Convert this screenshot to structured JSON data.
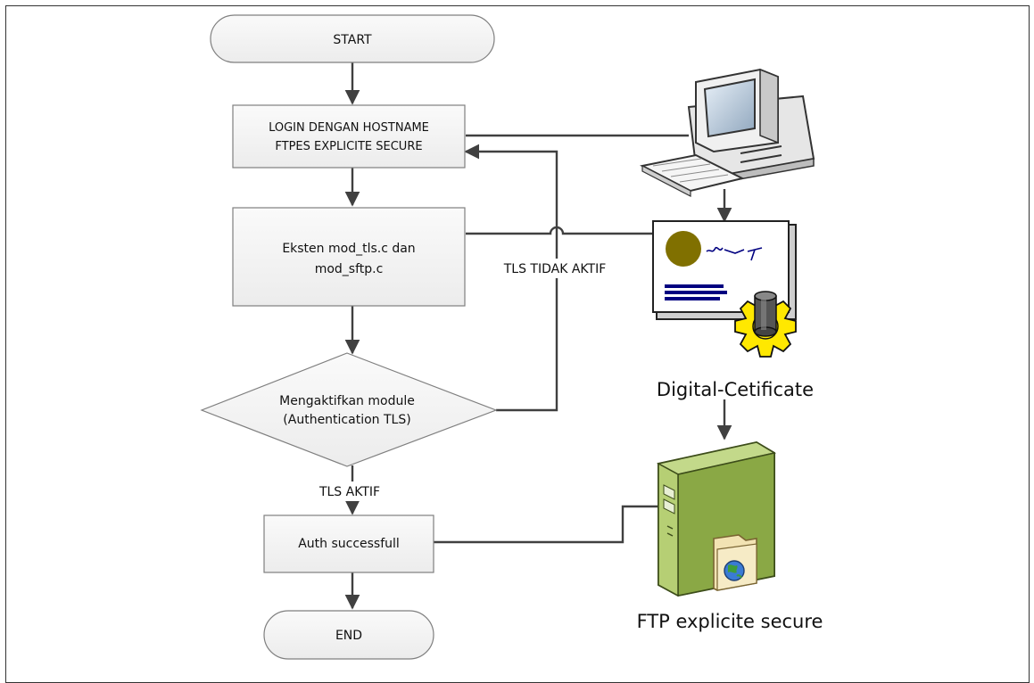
{
  "flowchart": {
    "start": "START",
    "login_line1": "LOGIN DENGAN HOSTNAME",
    "login_line2": "FTPES EXPLICITE SECURE",
    "ekstensi_line1": "Eksten mod_tls.c dan",
    "ekstensi_line2": "mod_sftp.c",
    "decision_line1": "Mengaktifkan module",
    "decision_line2": "(Authentication TLS)",
    "auth": "Auth successfull",
    "end": "END",
    "label_tls_tidak_aktif": "TLS TIDAK AKTIF",
    "label_tls_aktif": "TLS AKTIF"
  },
  "illustrations": {
    "certificate_caption": "Digital-Cetificate",
    "server_caption": "FTP explicite secure",
    "computer_icon": "desktop-computer-icon",
    "certificate_icon": "digital-certificate-icon",
    "server_icon": "server-tower-icon"
  },
  "colors": {
    "box_fill": "#f2f2f2",
    "box_stroke": "#7f7f7f",
    "connector": "#404040",
    "certificate_seal": "#807000",
    "certificate_bars": "#000080",
    "gear_yellow": "#ffe800",
    "server_green": "#8fae4a"
  }
}
